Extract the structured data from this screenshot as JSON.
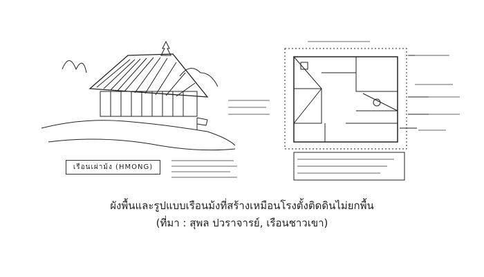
{
  "sketch": {
    "house_label": "เรือนเผ่าม้ง (HMONG)"
  },
  "caption": {
    "line1": "ผังพื้นและรูปแบบเรือนม้งที่สร้างเหมือนโรงตั้งติดดินไม่ยกพื้น",
    "line2": "(ที่มา : สุพล ปวราจารย์, เรือนชาวเขา)"
  }
}
